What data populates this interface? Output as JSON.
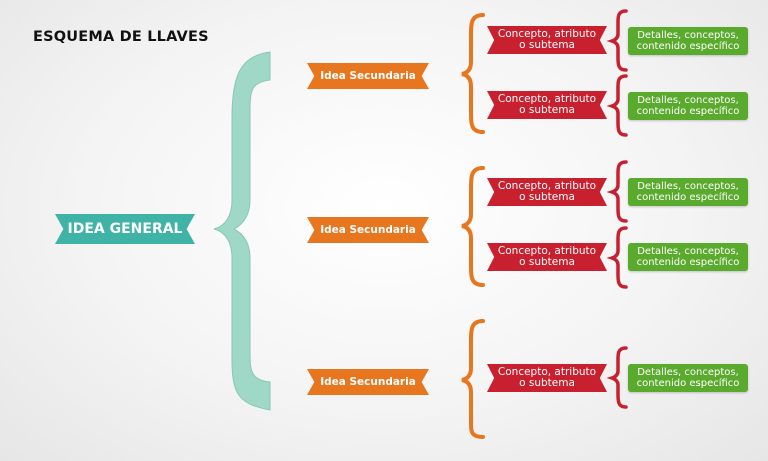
{
  "title": "ESQUEMA DE LLAVES",
  "general": "IDEA GENERAL",
  "colors": {
    "general": "#3eb3a6",
    "secondary": "#e8761f",
    "concept": "#c8202f",
    "detail": "#5aaa2d",
    "big_brace": "#9fd8c6"
  },
  "branches": [
    {
      "label": "Idea Secundaria",
      "concepts": [
        {
          "label": "Concepto, atributo o subtema",
          "detail": "Detalles, conceptos, contenido específico"
        },
        {
          "label": "Concepto, atributo o subtema",
          "detail": "Detalles, conceptos, contenido específico"
        }
      ]
    },
    {
      "label": "Idea Secundaria",
      "concepts": [
        {
          "label": "Concepto, atributo o subtema",
          "detail": "Detalles, conceptos, contenido específico"
        },
        {
          "label": "Concepto, atributo o subtema",
          "detail": "Detalles, conceptos, contenido específico"
        }
      ]
    },
    {
      "label": "Idea Secundaria",
      "concepts": [
        {
          "label": "Concepto, atributo o subtema",
          "detail": "Detalles, conceptos, contenido específico"
        }
      ]
    }
  ]
}
